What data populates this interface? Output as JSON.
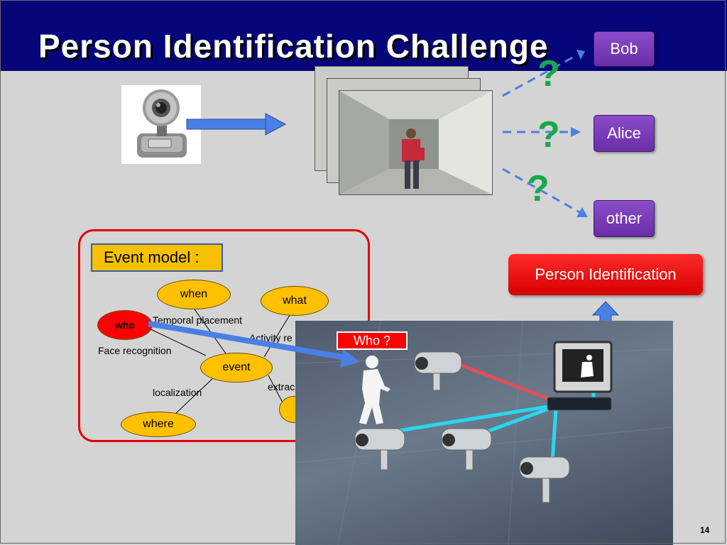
{
  "slide": {
    "title": "Person Identification Challenge",
    "page_number": "14"
  },
  "candidates": [
    {
      "label": "Bob"
    },
    {
      "label": "Alice"
    },
    {
      "label": "other"
    }
  ],
  "question_mark": "?",
  "event_model": {
    "header": "Event model :",
    "nodes": {
      "when": "when",
      "what": "what",
      "who": "who",
      "event": "event",
      "where": "where"
    },
    "edge_labels": {
      "temporal": "Temporal placement",
      "activity": "Activity re",
      "face": "Face recognition",
      "localization": "localization",
      "extraction": "extrac"
    }
  },
  "person_identification": "Person Identification",
  "who_tag": "Who ?",
  "colors": {
    "title_bar": "#06067a",
    "candidate_button": "#7a3cbc",
    "question_mark": "#17a84a",
    "accent_red": "#e30000",
    "node_fill": "#ffc000",
    "arrow_blue": "#4a7fe6",
    "network_cyan": "#2ad7ee"
  }
}
